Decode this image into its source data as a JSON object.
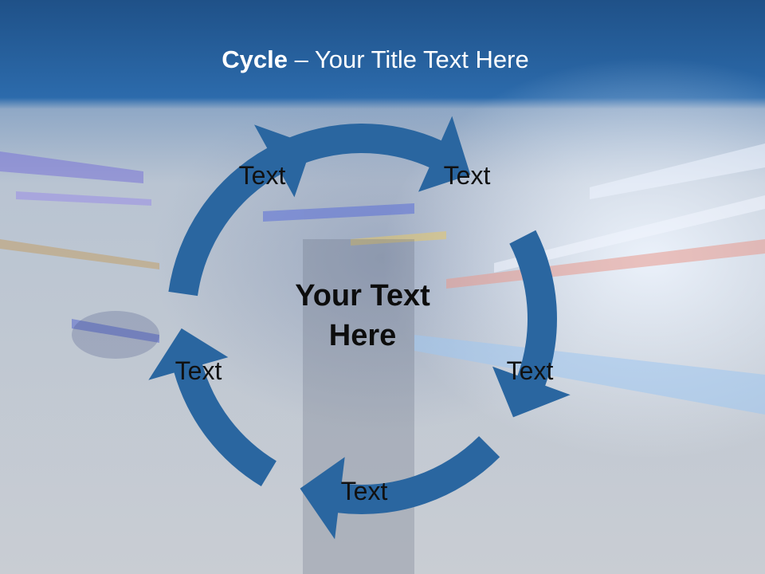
{
  "slide": {
    "title_bold": "Cycle",
    "title_rest": " – Your Title Text Here",
    "center_text": "Your Text Here",
    "labels": [
      "Text",
      "Text",
      "Text",
      "Text",
      "Text"
    ]
  },
  "colors": {
    "arrow": "#2A66A0",
    "header": "#2E6CAE",
    "background": "#C9CFD6",
    "text": "#111111"
  }
}
